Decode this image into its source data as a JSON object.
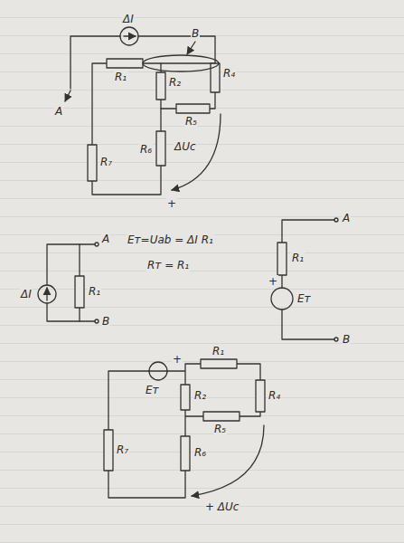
{
  "diagram": {
    "labels": [
      "ΔI",
      "B",
      "R₁",
      "R₂",
      "R₄",
      "R₅",
      "A",
      "R₇",
      "R₆",
      "ΔUc",
      "+",
      "A",
      "Eᴛ=Uab = ΔI R₁",
      "Rᴛ = R₁",
      "ΔI",
      "R₁",
      "B",
      "A",
      "R₁",
      "+",
      "Eᴛ",
      "B",
      "Eᴛ",
      "+",
      "R₁",
      "R₂",
      "R₄",
      "R₅",
      "R₇",
      "R₆",
      "+ ΔUc"
    ]
  }
}
